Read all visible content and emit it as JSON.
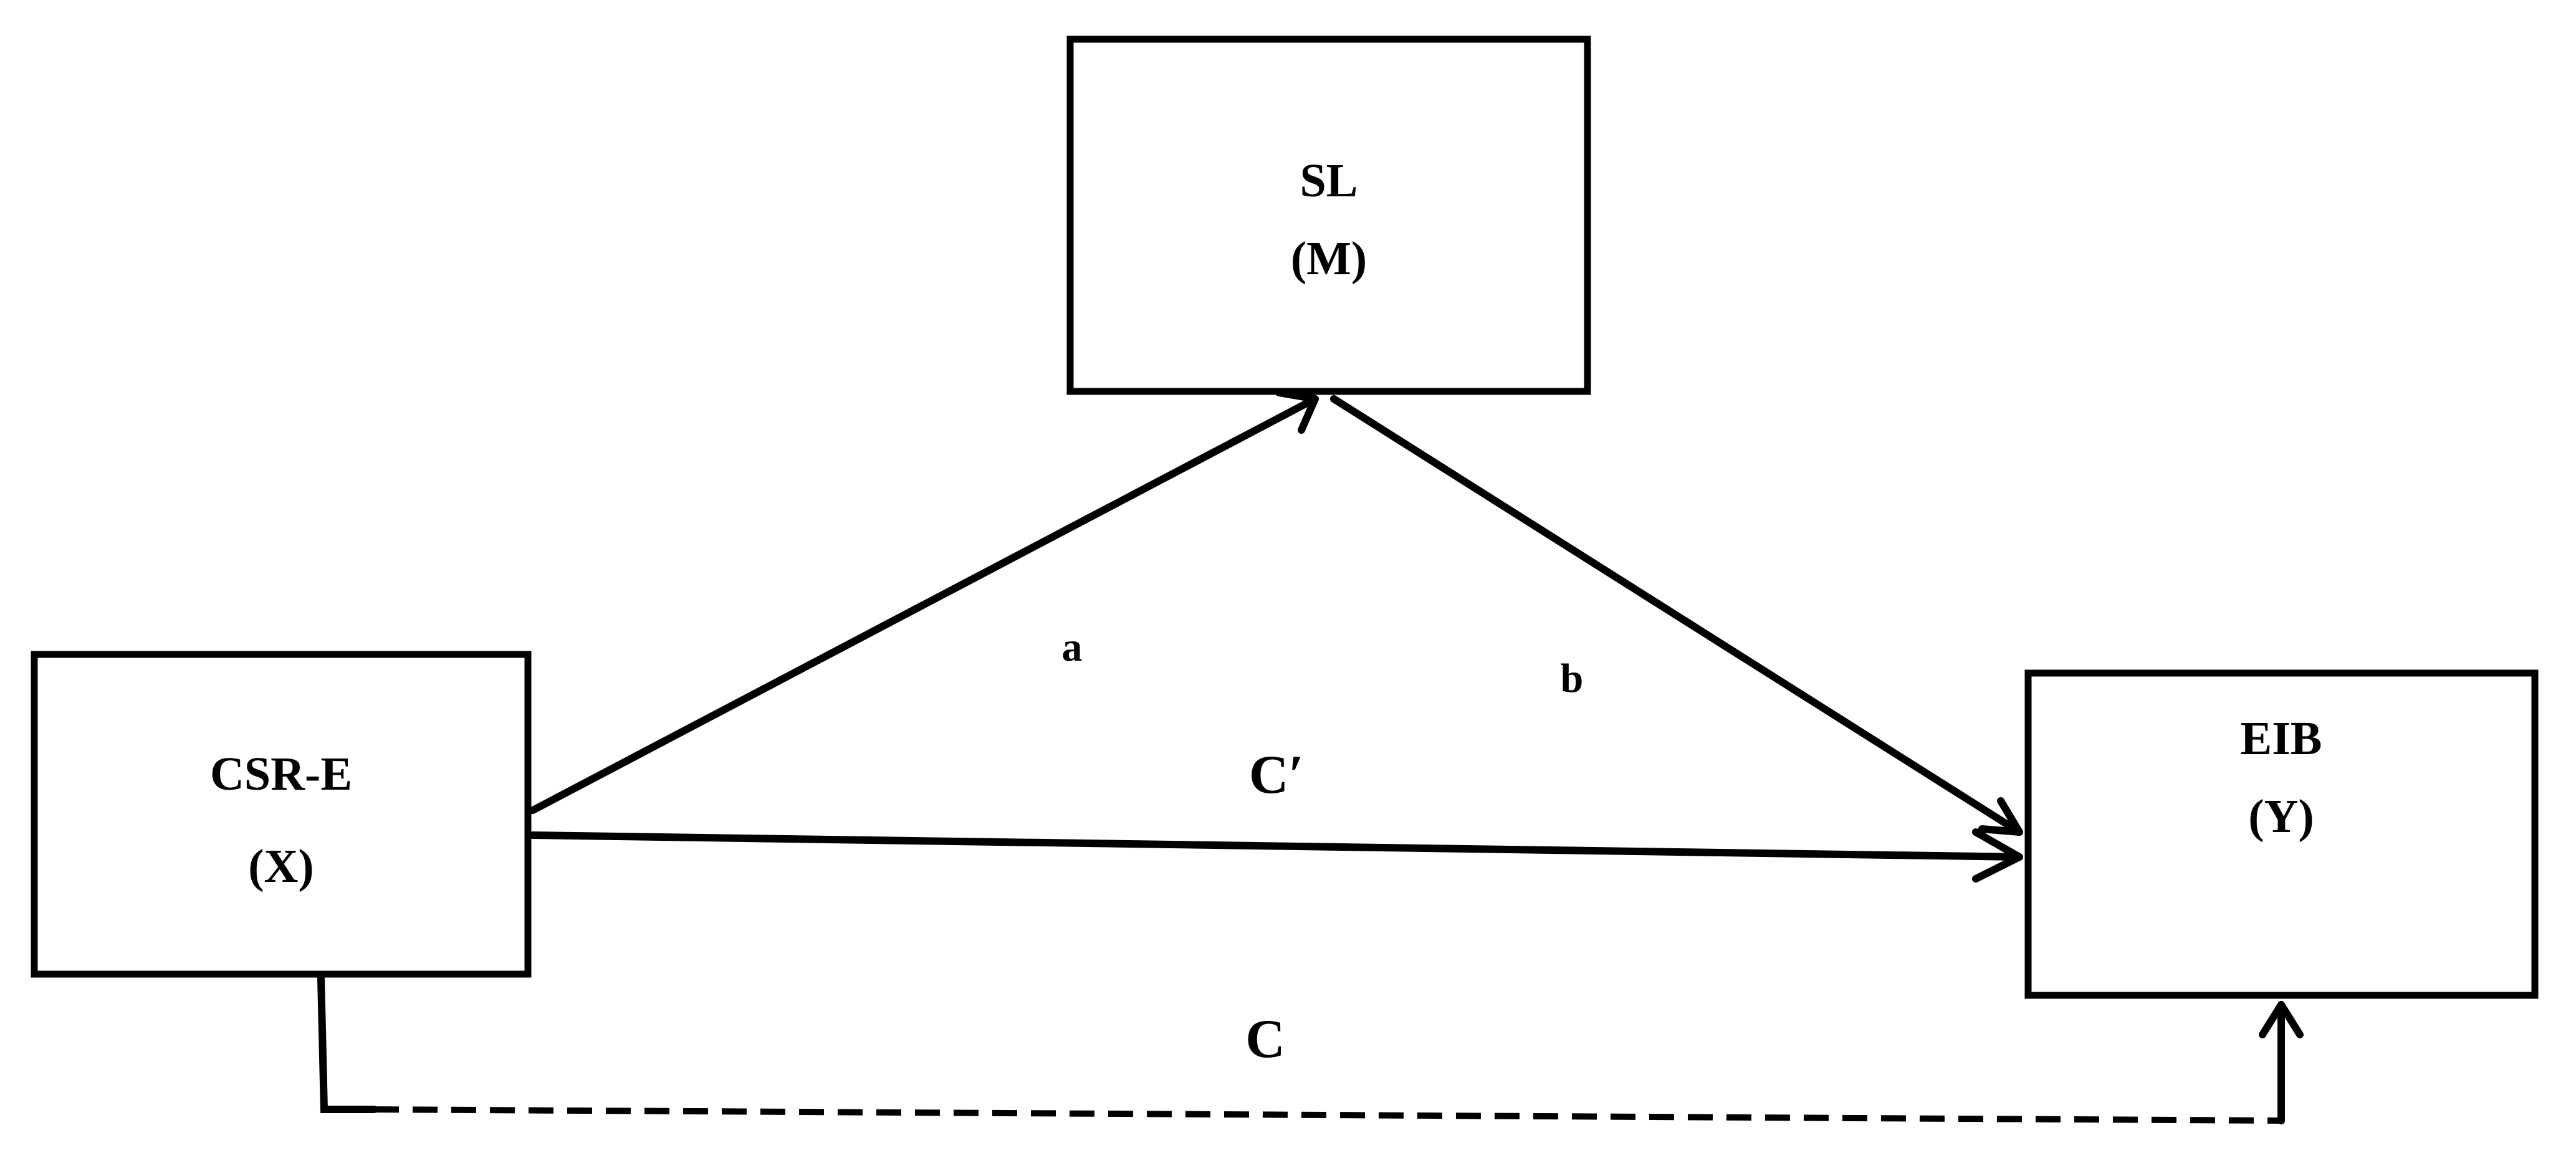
{
  "nodes": {
    "mediator": {
      "name": "SL",
      "role": "(M)"
    },
    "independent": {
      "name": "CSR-E",
      "role": "(X)"
    },
    "dependent": {
      "name": "EIB",
      "role": "(Y)"
    }
  },
  "paths": {
    "a": "a",
    "b": "b",
    "c_prime": "C′",
    "c": "C"
  },
  "colors": {
    "stroke": "#000000",
    "background": "#ffffff"
  }
}
